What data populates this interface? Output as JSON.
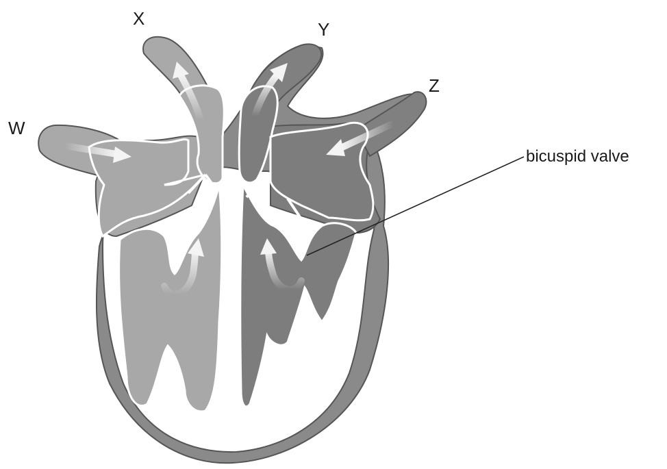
{
  "labels": {
    "w": "W",
    "x": "X",
    "y": "Y",
    "z": "Z",
    "bicuspid": "bicuspid valve"
  },
  "colors": {
    "outer_wall": "#8a8a8a",
    "outline": "#555555",
    "light_chambers": "#a8a8a8",
    "dark_chambers": "#7d7d7d",
    "light_vessels": "#a9a9a9",
    "dark_vessels": "#808080",
    "muscle": "#ffffff",
    "arrow": "#f2f2f2"
  },
  "icons": [
    "flow-arrow-icon"
  ]
}
